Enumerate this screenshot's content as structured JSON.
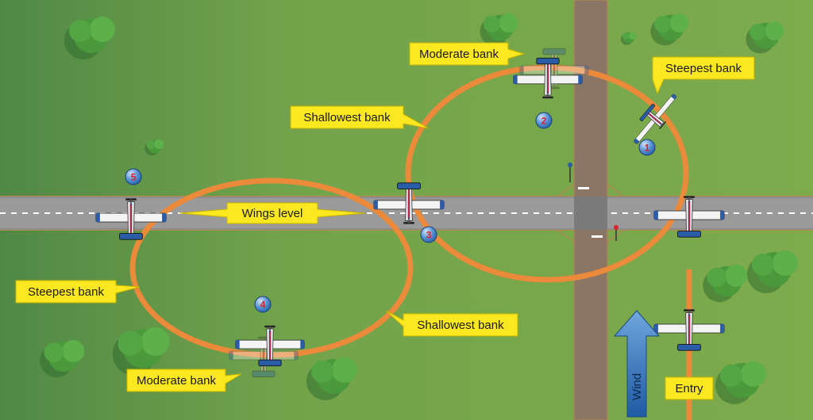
{
  "colors": {
    "grass": "#78a647",
    "grass_dark": "#3d7a42",
    "road": "#8b7564",
    "runway": "#8a8a8a",
    "path": "#ea8a3a",
    "label_bg": "#fbe820",
    "badge": "#3a78c2",
    "badge_text": "#d8232a",
    "wind_arrow": "#2f6fb8"
  },
  "labels": {
    "moderate_bank_top": "Moderate bank",
    "steepest_bank_right": "Steepest bank",
    "shallowest_bank_top": "Shallowest bank",
    "wings_level": "Wings level",
    "steepest_bank_left": "Steepest bank",
    "shallowest_bank_bottom": "Shallowest bank",
    "moderate_bank_bottom": "Moderate bank",
    "entry": "Entry",
    "wind": "Wind"
  },
  "positions": {
    "p1": "1",
    "p2": "2",
    "p3": "3",
    "p4": "4",
    "p5": "5"
  },
  "icons": [
    "airplane-icon",
    "tree-icon",
    "wind-arrow-icon",
    "road-sign-icon"
  ]
}
